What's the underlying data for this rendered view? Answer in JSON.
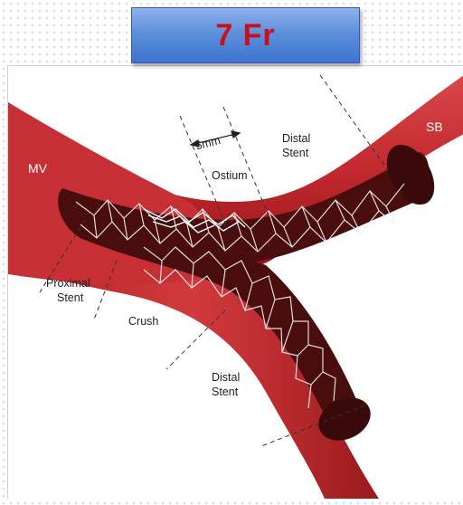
{
  "title": "7 Fr",
  "labels": {
    "mv": "MV",
    "sb": "SB",
    "five_mm": "5mm",
    "ostium": "Ostium",
    "distal_stent_top_line1": "Distal",
    "distal_stent_top_line2": "Stent",
    "proximal_stent_line1": "Proximal",
    "proximal_stent_line2": "Stent",
    "crush": "Crush",
    "distal_stent_bottom_line1": "Distal",
    "distal_stent_bottom_line2": "Stent"
  },
  "colors": {
    "title_text": "#c8101b",
    "title_box": "#5f8fdb",
    "vessel": "#c0282c",
    "lumen": "#4a0d0d",
    "stent_strut": "#f2f2f2"
  }
}
